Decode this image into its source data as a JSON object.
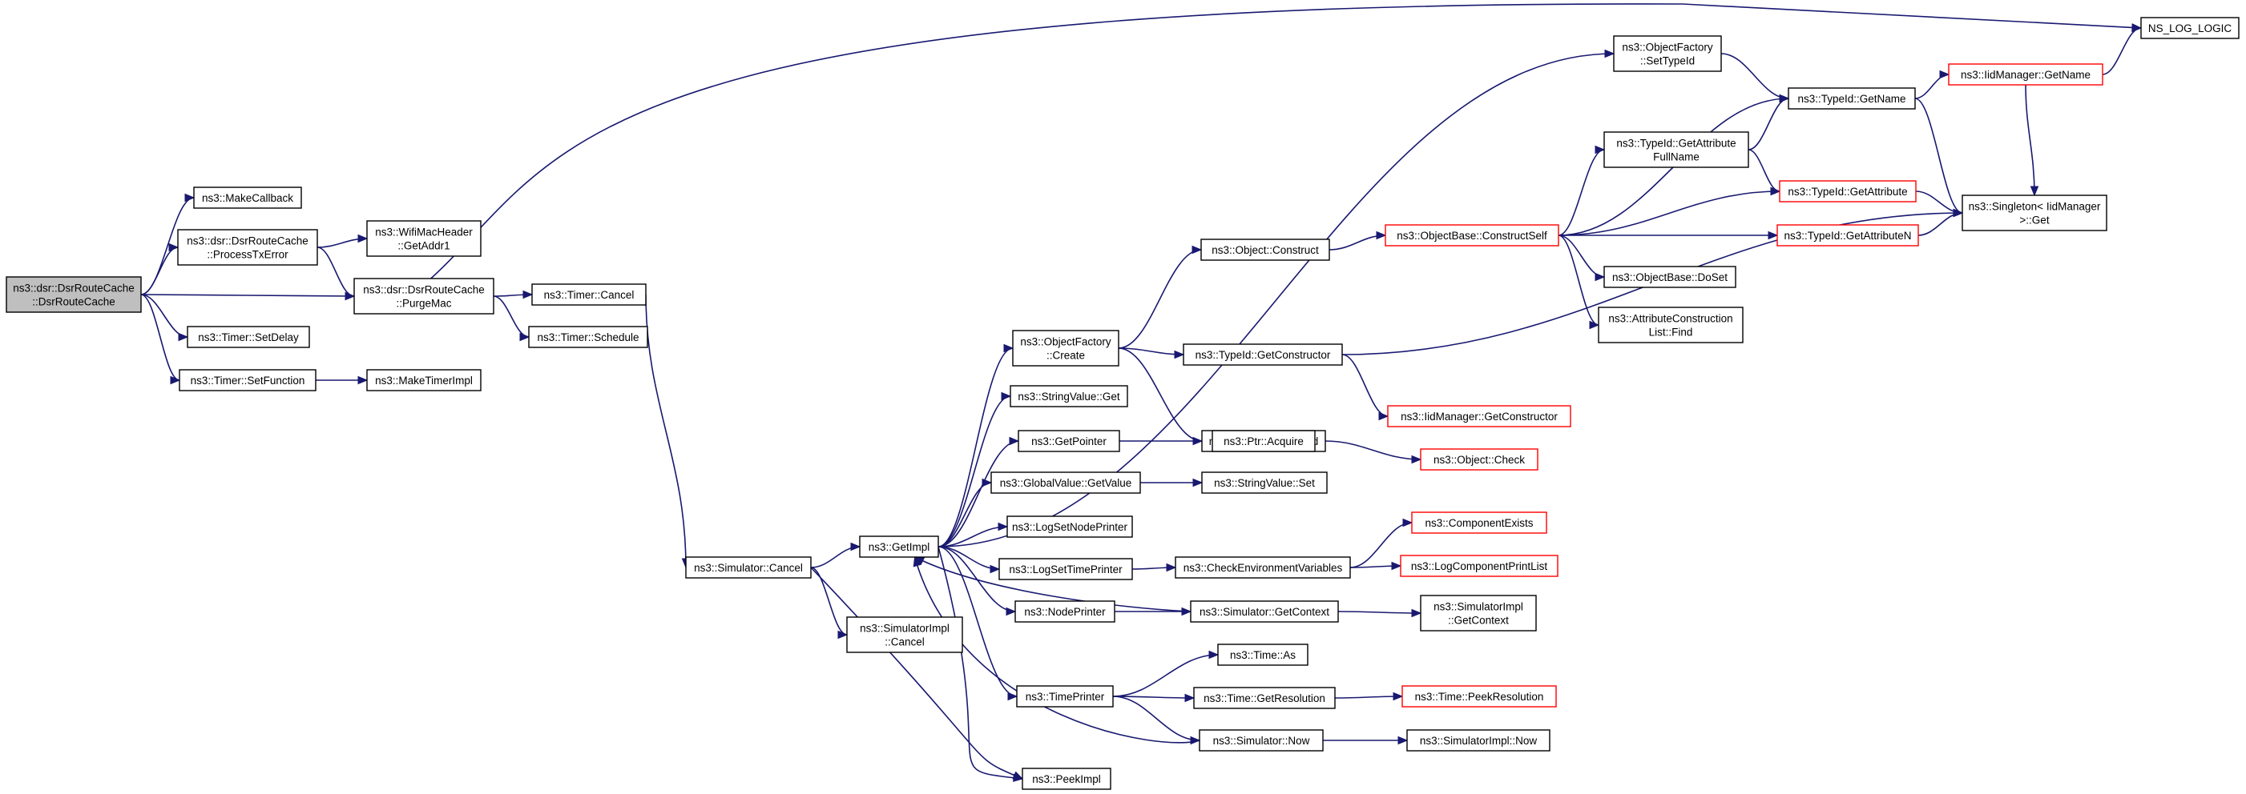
{
  "colors": {
    "edge": "#191970",
    "node_border": "#000000",
    "node_border_truncated": "#ff0000",
    "root_fill": "#bfbfbf",
    "node_fill": "#ffffff"
  },
  "nodes": [
    {
      "id": "root",
      "lines": [
        "ns3::dsr::DsrRouteCache",
        "::DsrRouteCache"
      ],
      "style": "root"
    },
    {
      "id": "makecallback",
      "lines": [
        "ns3::MakeCallback"
      ],
      "style": "normal"
    },
    {
      "id": "processtxerror",
      "lines": [
        "ns3::dsr::DsrRouteCache",
        "::ProcessTxError"
      ],
      "style": "normal"
    },
    {
      "id": "getaddr1",
      "lines": [
        "ns3::WifiMacHeader",
        "::GetAddr1"
      ],
      "style": "normal"
    },
    {
      "id": "purgemac",
      "lines": [
        "ns3::dsr::DsrRouteCache",
        "::PurgeMac"
      ],
      "style": "normal"
    },
    {
      "id": "setdelay",
      "lines": [
        "ns3::Timer::SetDelay"
      ],
      "style": "normal"
    },
    {
      "id": "setfunction",
      "lines": [
        "ns3::Timer::SetFunction"
      ],
      "style": "normal"
    },
    {
      "id": "maketimerimpl",
      "lines": [
        "ns3::MakeTimerImpl"
      ],
      "style": "normal"
    },
    {
      "id": "timercancel",
      "lines": [
        "ns3::Timer::Cancel"
      ],
      "style": "normal"
    },
    {
      "id": "timerschedule",
      "lines": [
        "ns3::Timer::Schedule"
      ],
      "style": "normal"
    },
    {
      "id": "simcancel",
      "lines": [
        "ns3::Simulator::Cancel"
      ],
      "style": "normal"
    },
    {
      "id": "simimplcancel",
      "lines": [
        "ns3::SimulatorImpl",
        "::Cancel"
      ],
      "style": "normal"
    },
    {
      "id": "getimpl",
      "lines": [
        "ns3::GetImpl"
      ],
      "style": "normal"
    },
    {
      "id": "ofcreate",
      "lines": [
        "ns3::ObjectFactory",
        "::Create"
      ],
      "style": "normal"
    },
    {
      "id": "stringvalueget",
      "lines": [
        "ns3::StringValue::Get"
      ],
      "style": "normal"
    },
    {
      "id": "getpointer",
      "lines": [
        "ns3::GetPointer"
      ],
      "style": "normal"
    },
    {
      "id": "globalvalueget",
      "lines": [
        "ns3::GlobalValue::GetValue"
      ],
      "style": "normal"
    },
    {
      "id": "logsetnodeprinter",
      "lines": [
        "ns3::LogSetNodePrinter"
      ],
      "style": "normal"
    },
    {
      "id": "logsettimeprinter",
      "lines": [
        "ns3::LogSetTimePrinter"
      ],
      "style": "normal"
    },
    {
      "id": "nodeprinter",
      "lines": [
        "ns3::NodePrinter"
      ],
      "style": "normal"
    },
    {
      "id": "timeprinter",
      "lines": [
        "ns3::TimePrinter"
      ],
      "style": "normal"
    },
    {
      "id": "peekimpl",
      "lines": [
        "ns3::PeekImpl"
      ],
      "style": "normal"
    },
    {
      "id": "objectconstruct",
      "lines": [
        "ns3::Object::Construct"
      ],
      "style": "normal"
    },
    {
      "id": "typeidgetconstructor",
      "lines": [
        "ns3::TypeId::GetConstructor"
      ],
      "style": "normal"
    },
    {
      "id": "objectsettypeid",
      "lines": [
        "ns3::Object::SetTypeId"
      ],
      "style": "normal"
    },
    {
      "id": "ptracquire",
      "lines": [
        "ns3::Ptr::Acquire"
      ],
      "style": "normal"
    },
    {
      "id": "stringvalueset",
      "lines": [
        "ns3::StringValue::Set"
      ],
      "style": "normal"
    },
    {
      "id": "checkenvvars",
      "lines": [
        "ns3::CheckEnvironmentVariables"
      ],
      "style": "normal"
    },
    {
      "id": "simgetcontext",
      "lines": [
        "ns3::Simulator::GetContext"
      ],
      "style": "normal"
    },
    {
      "id": "timeas",
      "lines": [
        "ns3::Time::As"
      ],
      "style": "normal"
    },
    {
      "id": "timegetresolution",
      "lines": [
        "ns3::Time::GetResolution"
      ],
      "style": "normal"
    },
    {
      "id": "simnow",
      "lines": [
        "ns3::Simulator::Now"
      ],
      "style": "normal"
    },
    {
      "id": "ofsettypeid",
      "lines": [
        "ns3::ObjectFactory",
        "::SetTypeId"
      ],
      "style": "normal"
    },
    {
      "id": "constructself",
      "lines": [
        "ns3::ObjectBase::ConstructSelf"
      ],
      "style": "truncated"
    },
    {
      "id": "typeidgetattrfullname",
      "lines": [
        "ns3::TypeId::GetAttribute",
        "FullName"
      ],
      "style": "normal"
    },
    {
      "id": "objectbasedoset",
      "lines": [
        "ns3::ObjectBase::DoSet"
      ],
      "style": "normal"
    },
    {
      "id": "attrconstructionlistfind",
      "lines": [
        "ns3::AttributeConstruction",
        "List::Find"
      ],
      "style": "normal"
    },
    {
      "id": "iidmanagergetconstructor",
      "lines": [
        "ns3::IidManager::GetConstructor"
      ],
      "style": "truncated"
    },
    {
      "id": "objectcheck",
      "lines": [
        "ns3::Object::Check"
      ],
      "style": "truncated"
    },
    {
      "id": "componentexists",
      "lines": [
        "ns3::ComponentExists"
      ],
      "style": "truncated"
    },
    {
      "id": "logcomponentprintlist",
      "lines": [
        "ns3::LogComponentPrintList"
      ],
      "style": "truncated"
    },
    {
      "id": "simimplgetcontext",
      "lines": [
        "ns3::SimulatorImpl",
        "::GetContext"
      ],
      "style": "normal"
    },
    {
      "id": "timepeekresolution",
      "lines": [
        "ns3::Time::PeekResolution"
      ],
      "style": "truncated"
    },
    {
      "id": "simimplnow",
      "lines": [
        "ns3::SimulatorImpl::Now"
      ],
      "style": "normal"
    },
    {
      "id": "typeidgetname",
      "lines": [
        "ns3::TypeId::GetName"
      ],
      "style": "normal"
    },
    {
      "id": "typeidgetattribute",
      "lines": [
        "ns3::TypeId::GetAttribute"
      ],
      "style": "truncated"
    },
    {
      "id": "typeidgetattributen",
      "lines": [
        "ns3::TypeId::GetAttributeN"
      ],
      "style": "truncated"
    },
    {
      "id": "iidmanagergetname",
      "lines": [
        "ns3::IidManager::GetName"
      ],
      "style": "truncated"
    },
    {
      "id": "singletonget",
      "lines": [
        "ns3::Singleton< IidManager",
        " >::Get"
      ],
      "style": "normal"
    },
    {
      "id": "nslogic",
      "lines": [
        "NS_LOG_LOGIC"
      ],
      "style": "normal"
    }
  ],
  "edges": [
    [
      "root",
      "makecallback"
    ],
    [
      "root",
      "processtxerror"
    ],
    [
      "root",
      "purgemac"
    ],
    [
      "root",
      "setdelay"
    ],
    [
      "root",
      "setfunction"
    ],
    [
      "processtxerror",
      "getaddr1"
    ],
    [
      "processtxerror",
      "purgemac"
    ],
    [
      "setfunction",
      "maketimerimpl"
    ],
    [
      "purgemac",
      "timercancel"
    ],
    [
      "purgemac",
      "timerschedule"
    ],
    [
      "purgemac",
      "nslogic"
    ],
    [
      "timercancel",
      "simcancel"
    ],
    [
      "simcancel",
      "getimpl"
    ],
    [
      "simcancel",
      "simimplcancel"
    ],
    [
      "simcancel",
      "peekimpl"
    ],
    [
      "getimpl",
      "ofcreate"
    ],
    [
      "getimpl",
      "stringvalueget"
    ],
    [
      "getimpl",
      "getpointer"
    ],
    [
      "getimpl",
      "globalvalueget"
    ],
    [
      "getimpl",
      "logsetnodeprinter"
    ],
    [
      "getimpl",
      "logsettimeprinter"
    ],
    [
      "getimpl",
      "nodeprinter"
    ],
    [
      "getimpl",
      "timeprinter"
    ],
    [
      "getimpl",
      "peekimpl"
    ],
    [
      "getimpl",
      "ofsettypeid"
    ],
    [
      "ofcreate",
      "objectconstruct"
    ],
    [
      "ofcreate",
      "typeidgetconstructor"
    ],
    [
      "ofcreate",
      "objectsettypeid"
    ],
    [
      "getpointer",
      "ptracquire"
    ],
    [
      "globalvalueget",
      "stringvalueset"
    ],
    [
      "logsettimeprinter",
      "checkenvvars"
    ],
    [
      "nodeprinter",
      "simgetcontext"
    ],
    [
      "timeprinter",
      "timeas"
    ],
    [
      "timeprinter",
      "timegetresolution"
    ],
    [
      "timeprinter",
      "simnow"
    ],
    [
      "simgetcontext",
      "getimpl"
    ],
    [
      "simgetcontext",
      "simimplgetcontext"
    ],
    [
      "simnow",
      "getimpl"
    ],
    [
      "simnow",
      "simimplnow"
    ],
    [
      "timegetresolution",
      "timepeekresolution"
    ],
    [
      "checkenvvars",
      "componentexists"
    ],
    [
      "checkenvvars",
      "logcomponentprintlist"
    ],
    [
      "objectconstruct",
      "constructself"
    ],
    [
      "typeidgetconstructor",
      "iidmanagergetconstructor"
    ],
    [
      "typeidgetconstructor",
      "singletonget"
    ],
    [
      "objectsettypeid",
      "objectcheck"
    ],
    [
      "constructself",
      "typeidgetattrfullname"
    ],
    [
      "constructself",
      "typeidgetname"
    ],
    [
      "constructself",
      "typeidgetattribute"
    ],
    [
      "constructself",
      "typeidgetattributen"
    ],
    [
      "constructself",
      "objectbasedoset"
    ],
    [
      "constructself",
      "attrconstructionlistfind"
    ],
    [
      "typeidgetattrfullname",
      "typeidgetname"
    ],
    [
      "typeidgetattrfullname",
      "typeidgetattribute"
    ],
    [
      "ofsettypeid",
      "typeidgetname"
    ],
    [
      "typeidgetname",
      "iidmanagergetname"
    ],
    [
      "typeidgetname",
      "singletonget"
    ],
    [
      "typeidgetattribute",
      "singletonget"
    ],
    [
      "typeidgetattributen",
      "singletonget"
    ],
    [
      "iidmanagergetname",
      "singletonget"
    ],
    [
      "iidmanagergetname",
      "nslogic"
    ]
  ]
}
